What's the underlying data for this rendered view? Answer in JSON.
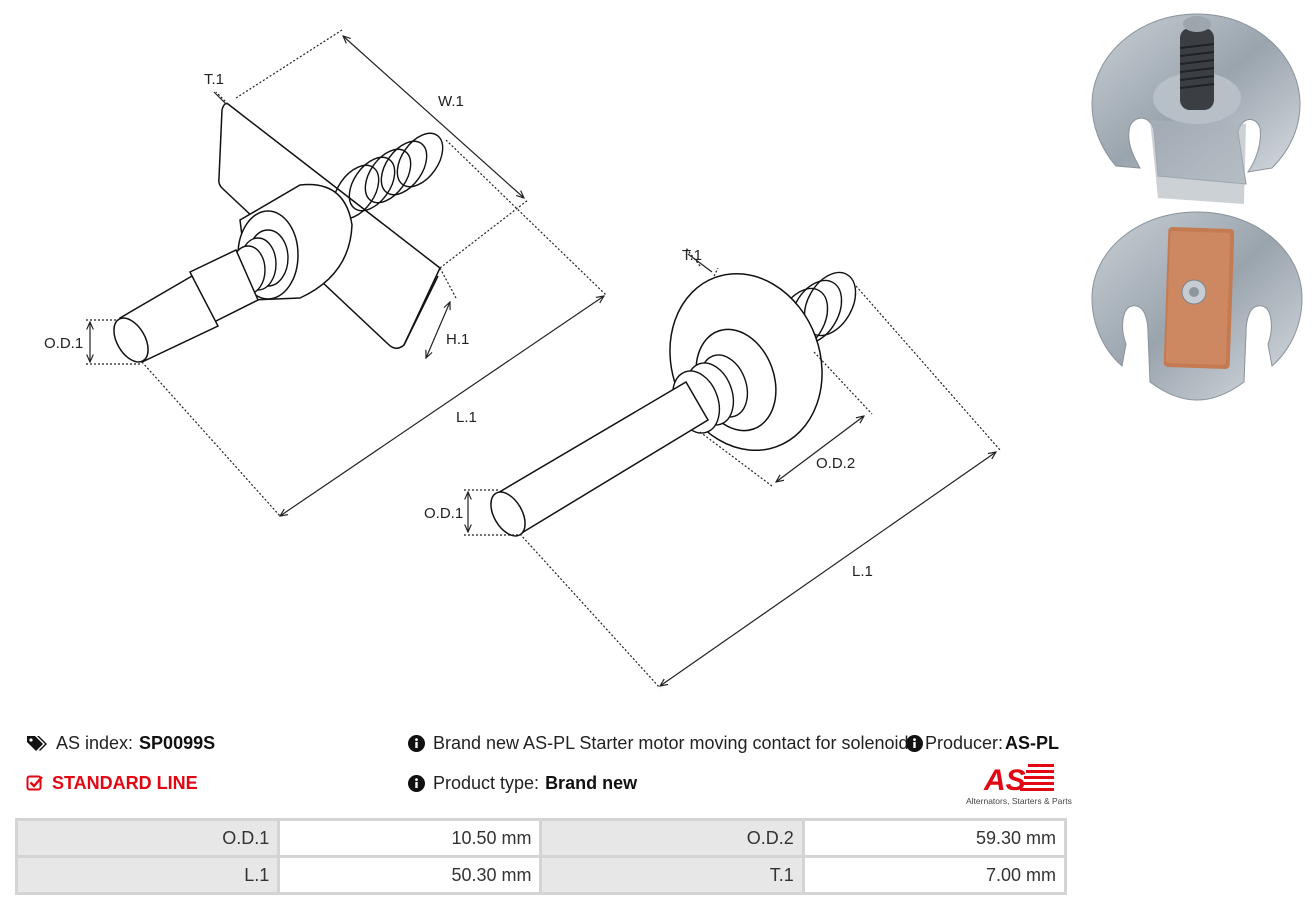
{
  "drawing": {
    "left_labels": {
      "t1": "T.1",
      "w1": "W.1",
      "od1": "O.D.1",
      "h1": "H.1",
      "l1": "L.1"
    },
    "right_labels": {
      "t1": "T.1",
      "od1": "O.D.1",
      "od2": "O.D.2",
      "l1": "L.1"
    }
  },
  "info": {
    "as_index_label": "AS index:",
    "as_index_value": "SP0099S",
    "standard_line": "STANDARD LINE",
    "description": "Brand new AS-PL Starter motor moving contact for solenoid",
    "producer_label": "Producer:",
    "producer_value": "AS-PL",
    "product_type_label": "Product type:",
    "product_type_value": "Brand new"
  },
  "logo": {
    "mark": "AS",
    "tagline": "Alternators, Starters & Parts"
  },
  "colors": {
    "brand_red": "#e30613",
    "cell_header_bg": "#e7e7e7",
    "cell_border": "#d4d4d4"
  },
  "specs": {
    "rows": [
      {
        "k1": "O.D.1",
        "v1": "10.50 mm",
        "k2": "O.D.2",
        "v2": "59.30 mm"
      },
      {
        "k1": "L.1",
        "v1": "50.30 mm",
        "k2": "T.1",
        "v2": "7.00 mm"
      }
    ]
  }
}
